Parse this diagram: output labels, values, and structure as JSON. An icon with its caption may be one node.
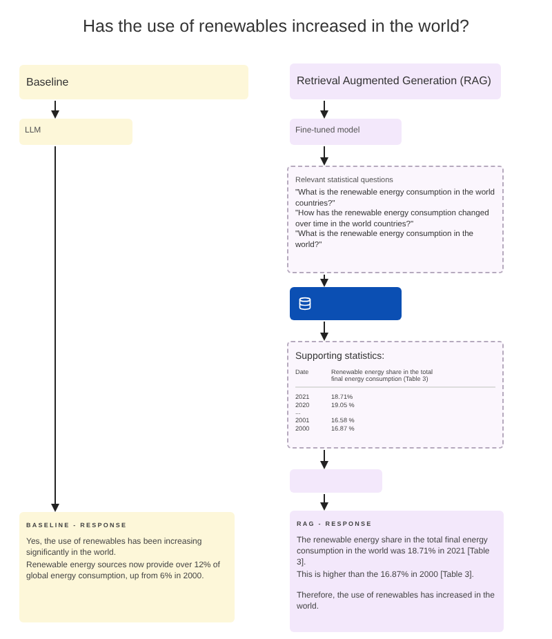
{
  "diagram": {
    "title": "Has the use of renewables increased in the world?",
    "nodes": [
      {
        "text": [
          "Baseline"
        ]
      },
      {
        "text": [
          "LLM"
        ]
      },
      {
        "text": [
          "BASELINE - RESPONSE",
          "Yes, the use of renewables has been increasing significantly in the world.",
          "Renewable energy sources now provide over 12% of global energy consumption, up from 6%  in 2000."
        ]
      },
      {
        "text": [
          "Retrieval Augmented Generation (RAG)"
        ]
      },
      {
        "text": [
          "Fine-tuned model"
        ]
      },
      {
        "text": [
          "Relevant statistical questions",
          "\"What is the renewable energy consumption in the world countries?\"",
          "\"How has the renewable energy consumption changed over time in the world countries?\"",
          "\"What is the renewable energy consumption in the world?\""
        ]
      },
      {
        "text": [],
        "shape": "box"
      },
      {
        "text": [
          "Supporting statistics:"
        ]
      },
      {
        "text": [],
        "shape": "box"
      },
      {
        "text": [
          "RAG - RESPONSE",
          "The renewable energy share in the total final energy consumption in the world was 18.71% in 2021 [Table 3].",
          "This is higher than the 16.87% in 2000 [Table 3].",
          "Therefore, the use of renewables has increased in the world."
        ]
      }
    ],
    "edges": [
      {
        "from": 0,
        "to": 1,
        "arrow": "to"
      },
      {
        "from": 1,
        "to": 2,
        "arrow": "to"
      },
      {
        "from": 3,
        "to": 4,
        "arrow": "to"
      },
      {
        "from": 4,
        "to": 5,
        "arrow": "to"
      },
      {
        "from": 5,
        "to": 6,
        "arrow": "to"
      },
      {
        "from": 6,
        "to": 7,
        "arrow": "to"
      },
      {
        "from": 7,
        "to": 8,
        "arrow": "to"
      },
      {
        "from": 8,
        "to": 9,
        "arrow": "to"
      }
    ],
    "labels": [
      "Date",
      "Renewable energy share in the total final energy consumption (Table 3)",
      "2021",
      "18.71%",
      "2020",
      "19.05 %",
      "...",
      "2001",
      "16.58 %",
      "2000",
      "16.87 %"
    ]
  }
}
